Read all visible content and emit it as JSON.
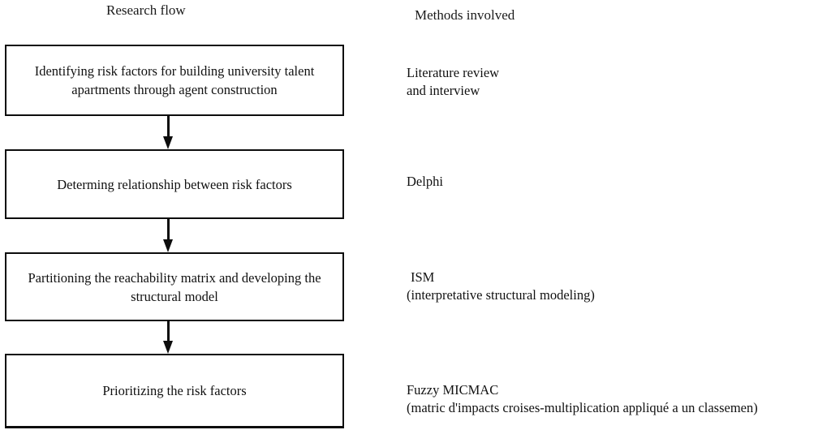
{
  "figure": {
    "type": "flowchart",
    "orientation": "vertical",
    "columns": 2,
    "line_color": "#0d0d0d",
    "text_color": "#111111",
    "background": "#ffffff"
  },
  "headers": {
    "left": "Research flow",
    "right": "Methods involved"
  },
  "steps": [
    {
      "id": "step-1",
      "box_text": "Identifying risk factors for building university talent apartments through agent construction",
      "method_lines": [
        "Literature review",
        "and interview"
      ]
    },
    {
      "id": "step-2",
      "box_text": "Determing relationship between risk factors",
      "method_lines": [
        "Delphi"
      ]
    },
    {
      "id": "step-3",
      "box_text": "Partitioning the reachability matrix and developing the structural model",
      "method_lines": [
        "ISM",
        "(interpretative structural modeling)"
      ]
    },
    {
      "id": "step-4",
      "box_text": "Prioritizing the risk factors",
      "method_lines": [
        "Fuzzy MICMAC",
        "(matric d'impacts croises-multiplication appliqué a un classemen)"
      ]
    }
  ],
  "connectors": [
    {
      "id": "connector-1",
      "from": "step-1",
      "to": "step-2",
      "glyph": "down-arrow"
    },
    {
      "id": "connector-2",
      "from": "step-2",
      "to": "step-3",
      "glyph": "down-arrow"
    },
    {
      "id": "connector-3",
      "from": "step-3",
      "to": "step-4",
      "glyph": "down-arrow"
    }
  ]
}
